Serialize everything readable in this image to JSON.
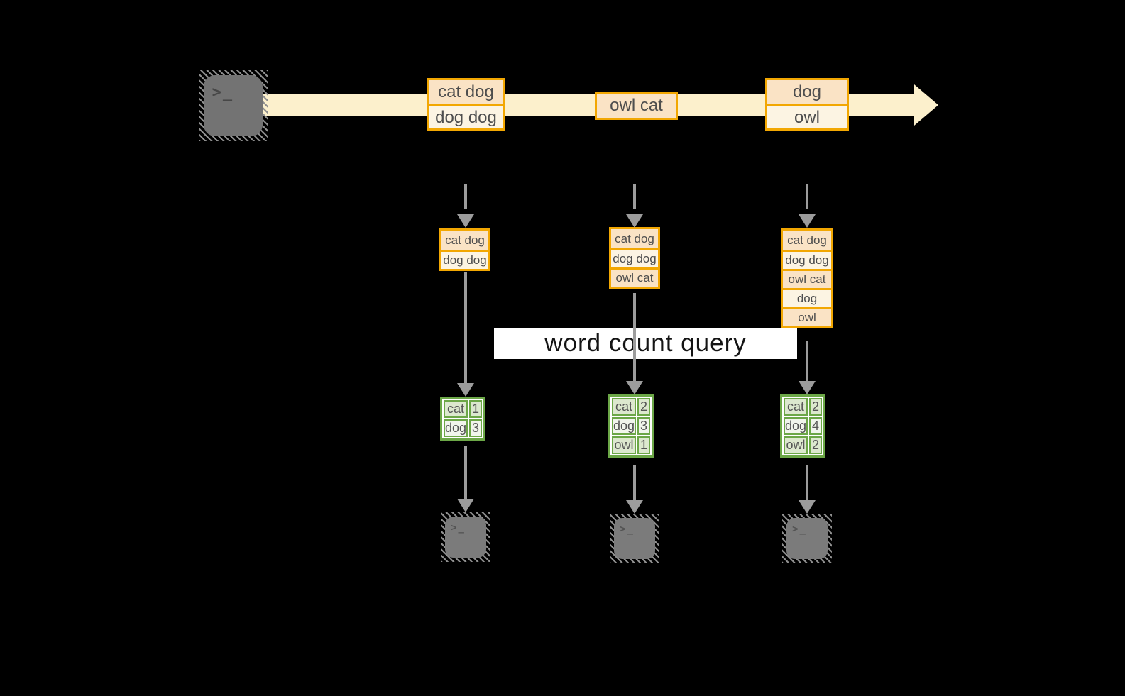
{
  "query_label": "word count query",
  "icons": {
    "terminal_prompt": ">_"
  },
  "colors": {
    "background": "#000000",
    "stream_band": "#FCF0CC",
    "event_border": "#F2A702",
    "event_fill_dark": "#FAE3C5",
    "event_fill_light": "#FCF4E3",
    "table_border": "#6CA747",
    "table_fill_dark": "#DCE8CE",
    "table_fill_light": "#F1F5EC",
    "arrow_gray": "#9C9C9C"
  },
  "stream": {
    "events": [
      {
        "cells": [
          "cat dog",
          "dog dog"
        ]
      },
      {
        "cells": [
          "owl cat"
        ]
      },
      {
        "cells": [
          "dog",
          "owl"
        ]
      }
    ]
  },
  "snapshots": [
    {
      "cells": [
        "cat dog",
        "dog dog"
      ]
    },
    {
      "cells": [
        "cat dog",
        "dog dog",
        "owl cat"
      ]
    },
    {
      "cells": [
        "cat dog",
        "dog dog",
        "owl cat",
        "dog",
        "owl"
      ]
    }
  ],
  "result_tables": [
    {
      "rows": [
        {
          "word": "cat",
          "count": "1"
        },
        {
          "word": "dog",
          "count": "3"
        }
      ]
    },
    {
      "rows": [
        {
          "word": "cat",
          "count": "2"
        },
        {
          "word": "dog",
          "count": "3"
        },
        {
          "word": "owl",
          "count": "1"
        }
      ]
    },
    {
      "rows": [
        {
          "word": "cat",
          "count": "2"
        },
        {
          "word": "dog",
          "count": "4"
        },
        {
          "word": "owl",
          "count": "2"
        }
      ]
    }
  ]
}
